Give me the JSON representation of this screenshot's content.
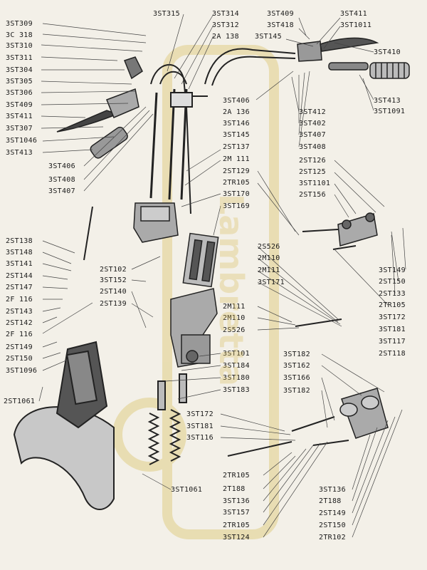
{
  "watermark": {
    "text": "Lambretta",
    "color": "#d6ba50"
  },
  "callouts": {
    "left": [
      "3ST309",
      "3C 318",
      "3ST310",
      "3ST311",
      "3ST304",
      "3ST305",
      "3ST306",
      "3ST409",
      "3ST411",
      "3ST307",
      "3ST1046",
      "3ST413",
      "3ST406",
      "3ST408",
      "3ST407"
    ],
    "left_mid": [
      "2ST138",
      "3ST148",
      "3ST141",
      "2ST144",
      "2ST147",
      "2F 116",
      "2ST143",
      "2ST142",
      "2F 116",
      "2ST149",
      "2ST150",
      "3ST1096",
      "2ST1061"
    ],
    "top": [
      "3ST315",
      "3ST314",
      "3ST312",
      "2A 138",
      "3ST409",
      "3ST418",
      "3ST145",
      "3ST411",
      "3ST1011",
      "3ST410",
      "3ST413",
      "3ST1091"
    ],
    "center_top": [
      "3ST406",
      "2A 136",
      "3ST146",
      "3ST145",
      "2ST137",
      "2M 111",
      "2ST129",
      "2TR105",
      "3ST170",
      "3ST169"
    ],
    "center_right": [
      "3ST412",
      "3ST402",
      "3ST407",
      "3ST408"
    ],
    "right": [
      "2ST126",
      "2ST125",
      "3ST1101",
      "2ST156",
      "3ST149",
      "2ST150",
      "2ST133",
      "2TR105",
      "3ST172",
      "3ST181",
      "3ST117",
      "2ST118"
    ],
    "middle": [
      "2ST102",
      "3ST152",
      "2ST140",
      "2ST139",
      "2S526",
      "2M110",
      "2M111",
      "3ST171",
      "2M111",
      "2M110",
      "2S526"
    ],
    "lower_center": [
      "3ST101",
      "3ST184",
      "3ST180",
      "3ST183",
      "3ST172",
      "3ST181",
      "3ST116",
      "3ST1061"
    ],
    "lower_right": [
      "3ST182",
      "3ST162",
      "3ST166",
      "3ST182"
    ],
    "bottom": [
      "2TR105",
      "2T188",
      "3ST136",
      "3ST157",
      "2TR105",
      "3ST124"
    ],
    "bottom_right": [
      "3ST136",
      "2T188",
      "2ST149",
      "2ST150",
      "2TR102"
    ]
  }
}
